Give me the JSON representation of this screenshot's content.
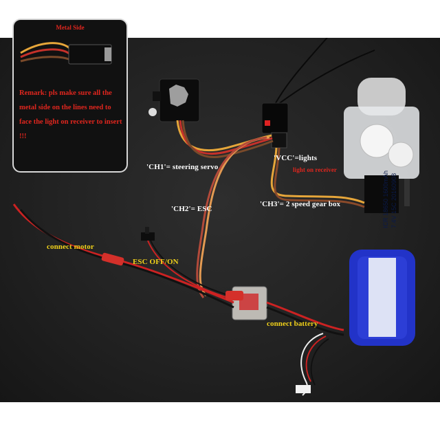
{
  "labels": {
    "ch1": "'CH1'= steering servo",
    "vcc": "'VCC'=lights",
    "ch2": "'CH2'= ESC",
    "ch3": "'CH3'= 2 speed gear box",
    "connect_motor": "connect motor",
    "esc_onoff": "ESC OFF/ON",
    "connect_battery": "connect battery",
    "receiver_note": "light on receiver"
  },
  "inset": {
    "title": "Metal Side",
    "note": "Remark: pls make sure all the metal side on the lines need to face the light on receiver to insert !!!"
  },
  "battery": {
    "line1": "ICR 18650 1600mAh",
    "line2": "7.4V 15C 20160908"
  },
  "colors": {
    "label_white": "#ffffff",
    "label_yellow": "#f2d21a",
    "label_red": "#e0261e",
    "battery_blue": "#2233c8"
  }
}
